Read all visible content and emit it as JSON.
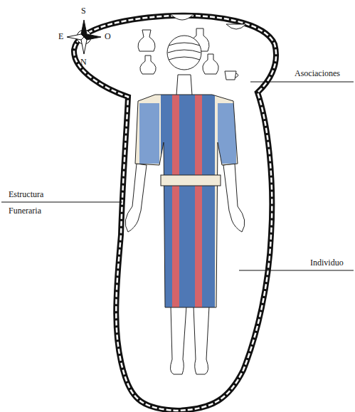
{
  "diagram": {
    "labels": [
      "S",
      "E",
      "O",
      "N",
      "Asociaciones",
      "Estructura Funeraria",
      "Individuo"
    ]
  }
}
